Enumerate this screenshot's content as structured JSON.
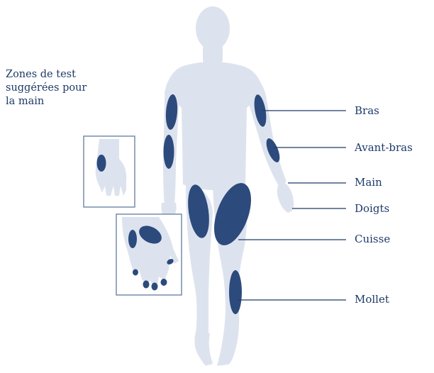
{
  "intro_text": [
    "Zones de test",
    "suggérées pour",
    "la main"
  ],
  "labels": {
    "bras": "Bras",
    "avant_bras": "Avant-bras",
    "main": "Main",
    "doigts": "Doigts",
    "cuisse": "Cuisse",
    "mollet": "Mollet"
  },
  "colors": {
    "body": "#dde3ee",
    "zone": "#2c4a7c",
    "line": "#1e3a68",
    "inset_border": "#6d84a6"
  }
}
